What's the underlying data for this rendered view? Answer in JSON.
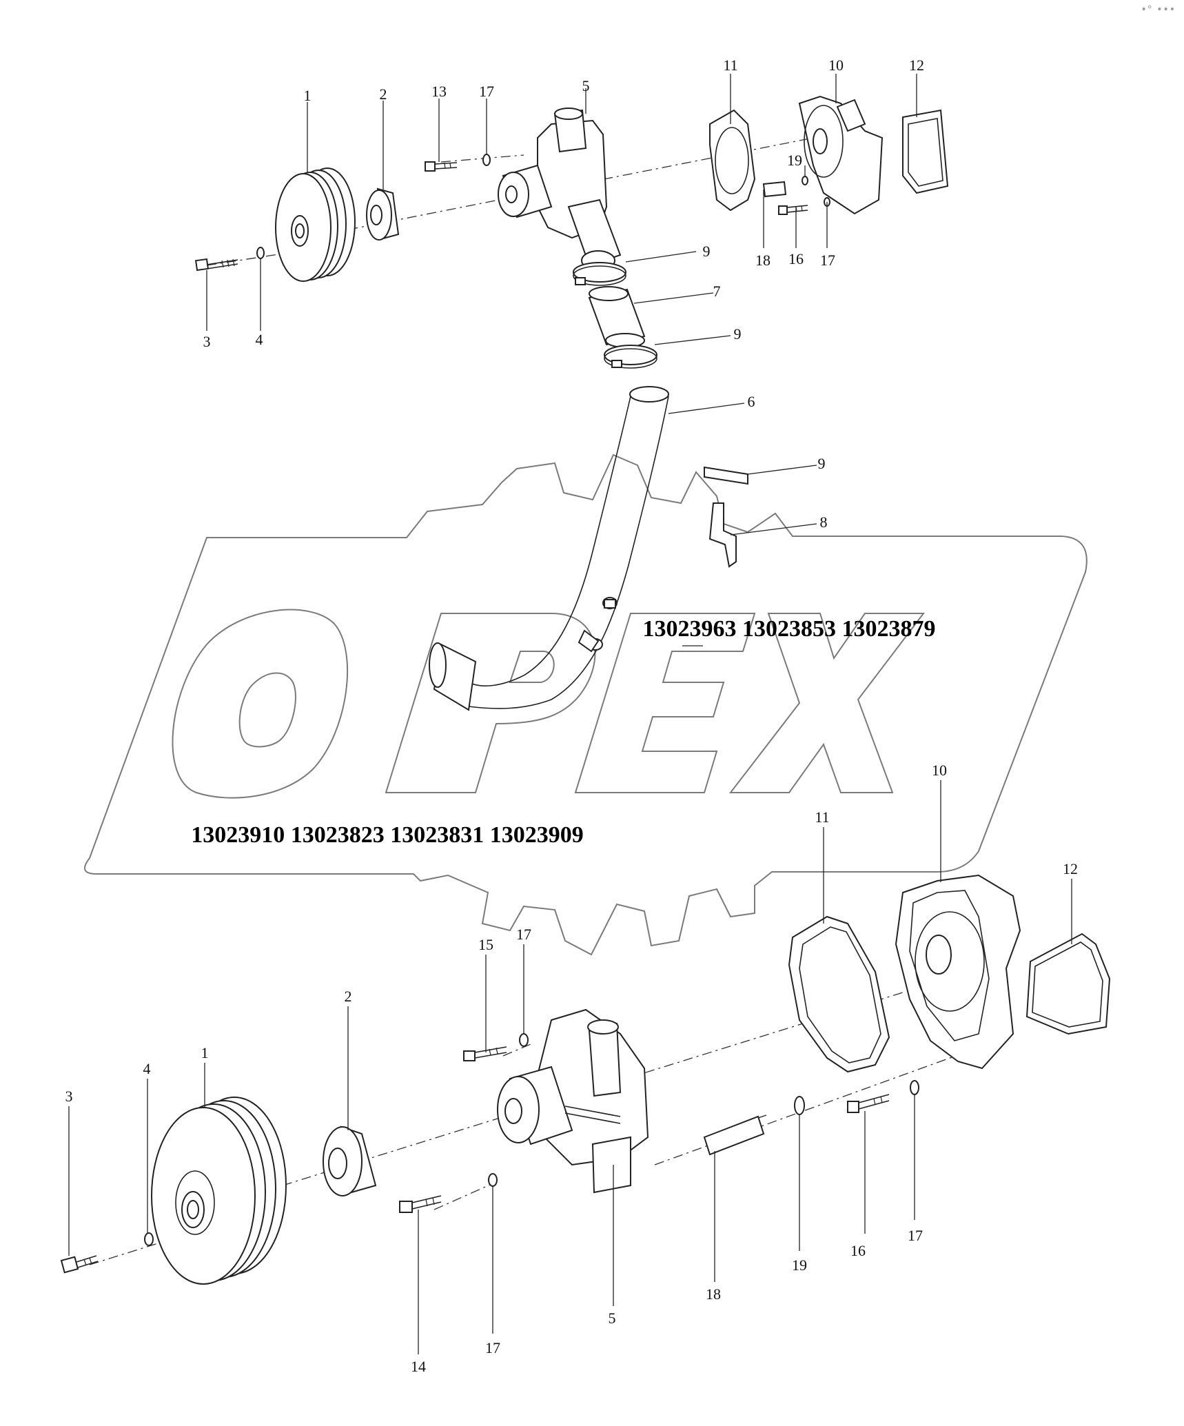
{
  "watermark": {
    "logo_text": "OPEX"
  },
  "part_numbers": {
    "upper_variant": "13023963 13023853 13023879",
    "lower_variant": "13023910 13023823 13023831 13023909"
  },
  "upper_callouts": {
    "pulley": "1",
    "spacer": "2",
    "pulley_bolt": "3",
    "pulley_washer": "4",
    "pump_body": "5",
    "pipe": "6",
    "hose": "7",
    "bracket": "8",
    "clamp_upper": "9",
    "clamp_middle": "9",
    "clamp_lower": "9",
    "housing": "10",
    "housing_gasket": "11",
    "cover_gasket": "12",
    "pump_bolt": "13",
    "housing_bolt": "16",
    "pump_washer": "17",
    "housing_washer": "17",
    "stud": "18",
    "stud_washer": "19"
  },
  "lower_callouts": {
    "pulley": "1",
    "spacer": "2",
    "pulley_bolt": "3",
    "pulley_washer": "4",
    "pump_body": "5",
    "housing": "10",
    "housing_gasket": "11",
    "cover_gasket": "12",
    "lower_bolt": "14",
    "upper_bolt": "15",
    "housing_bolt": "16",
    "upper_washer": "17",
    "lower_washer": "17",
    "housing_washer": "17",
    "stud": "18",
    "stud_washer": "19"
  },
  "corner_mark": "•° •••",
  "icons": [
    "opex-gear-logo",
    "water-pump-exploded-view"
  ]
}
